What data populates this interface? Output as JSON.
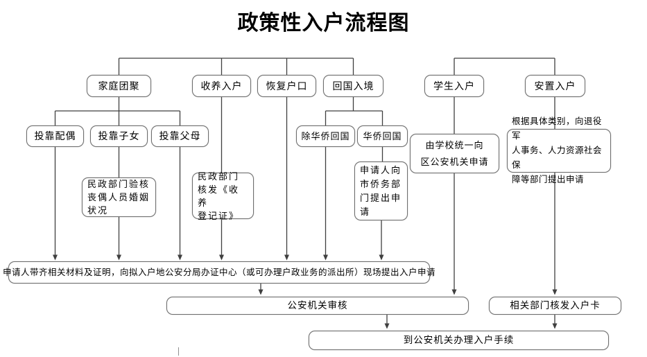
{
  "title": "政策性入户流程图",
  "nodes": {
    "family_reunion": "家庭团聚",
    "adoption": "收养入户",
    "restore_hukou": "恢复户口",
    "return_entry": "回国入境",
    "student": "学生入户",
    "placement": "安置入户",
    "spouse": "投靠配偶",
    "children": "投靠子女",
    "parents": "投靠父母",
    "non_overseas_return": "除华侨回国",
    "overseas_return": "华侨回国",
    "civil_verify": "民政部门验核\n丧偶人员婚姻\n状况",
    "civil_issue": "民政部门\n核发《收养\n登记证》",
    "overseas_apply": "申请人向\n市侨务部\n门提出申\n请",
    "school_apply": "由学校统一向\n区公安机关申请",
    "military_apply": "根据具体类别，向退役军\n人事务、人力资源社会保\n障等部门提出申请",
    "main_apply": "申请人带齐相关材料及证明，向拟入户地公安分局办证中心（或可办理户政业务的派出所）现场提出入户申请",
    "police_review": "公安机关审核",
    "issue_card": "相关部门核发入户卡",
    "final_step": "到公安机关办理入户手续"
  },
  "colors": {
    "connector": "#3f3f3f",
    "box_border": "#6e6e6e",
    "text": "#000000",
    "background": "#ffffff"
  }
}
